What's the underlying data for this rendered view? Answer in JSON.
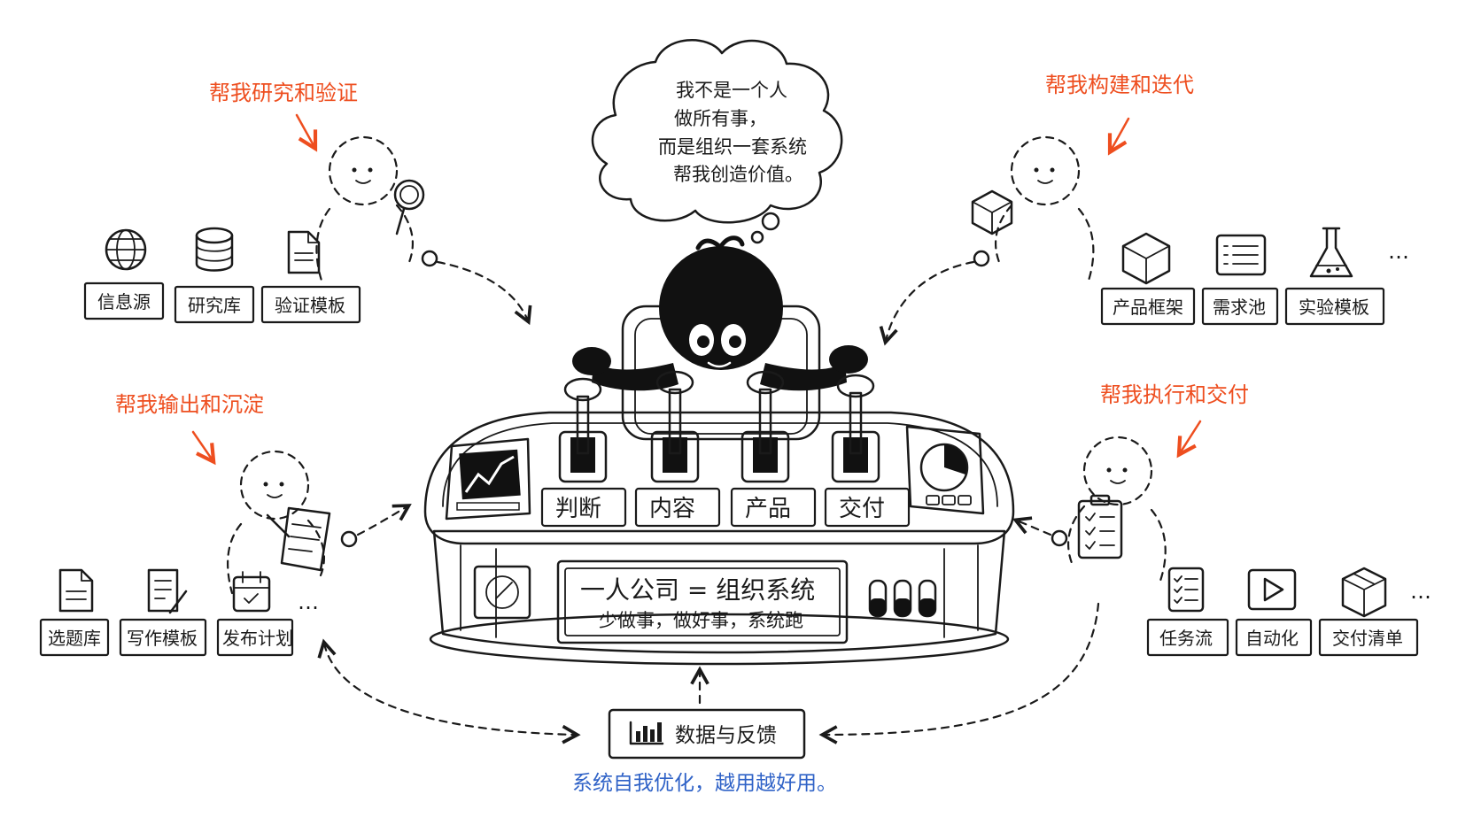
{
  "thought_bubble": {
    "line1": "我不是一个人",
    "line2": "做所有事，",
    "line3": "而是组织一套系统",
    "line4": "帮我创造价值。"
  },
  "quadrants": {
    "research": {
      "annotation": "帮我研究和验证",
      "items": [
        {
          "label": "信息源",
          "icon": "globe-icon"
        },
        {
          "label": "研究库",
          "icon": "database-icon"
        },
        {
          "label": "验证模板",
          "icon": "document-icon"
        }
      ]
    },
    "build": {
      "annotation": "帮我构建和迭代",
      "items": [
        {
          "label": "产品框架",
          "icon": "cube-icon"
        },
        {
          "label": "需求池",
          "icon": "list-board-icon"
        },
        {
          "label": "实验模板",
          "icon": "flask-icon"
        }
      ],
      "more": "…"
    },
    "output": {
      "annotation": "帮我输出和沉淀",
      "items": [
        {
          "label": "选题库",
          "icon": "document-icon"
        },
        {
          "label": "写作模板",
          "icon": "pen-document-icon"
        },
        {
          "label": "发布计划",
          "icon": "calendar-icon"
        }
      ],
      "more": "…"
    },
    "execute": {
      "annotation": "帮我执行和交付",
      "items": [
        {
          "label": "任务流",
          "icon": "checklist-icon"
        },
        {
          "label": "自动化",
          "icon": "play-icon"
        },
        {
          "label": "交付清单",
          "icon": "package-icon"
        }
      ],
      "more": "…"
    }
  },
  "console": {
    "levers": [
      "判断",
      "内容",
      "产品",
      "交付"
    ],
    "equation_title": "一人公司 = 组织系统",
    "equation_subtitle": "少做事，做好事，系统跑"
  },
  "feedback": {
    "label": "数据与反馈",
    "icon": "bar-chart-icon",
    "caption": "系统自我优化，越用越好用。"
  },
  "colors": {
    "annotation": "#ee4e1f",
    "caption": "#2f62c7",
    "ink": "#1a1a1a",
    "background": "#ffffff"
  }
}
